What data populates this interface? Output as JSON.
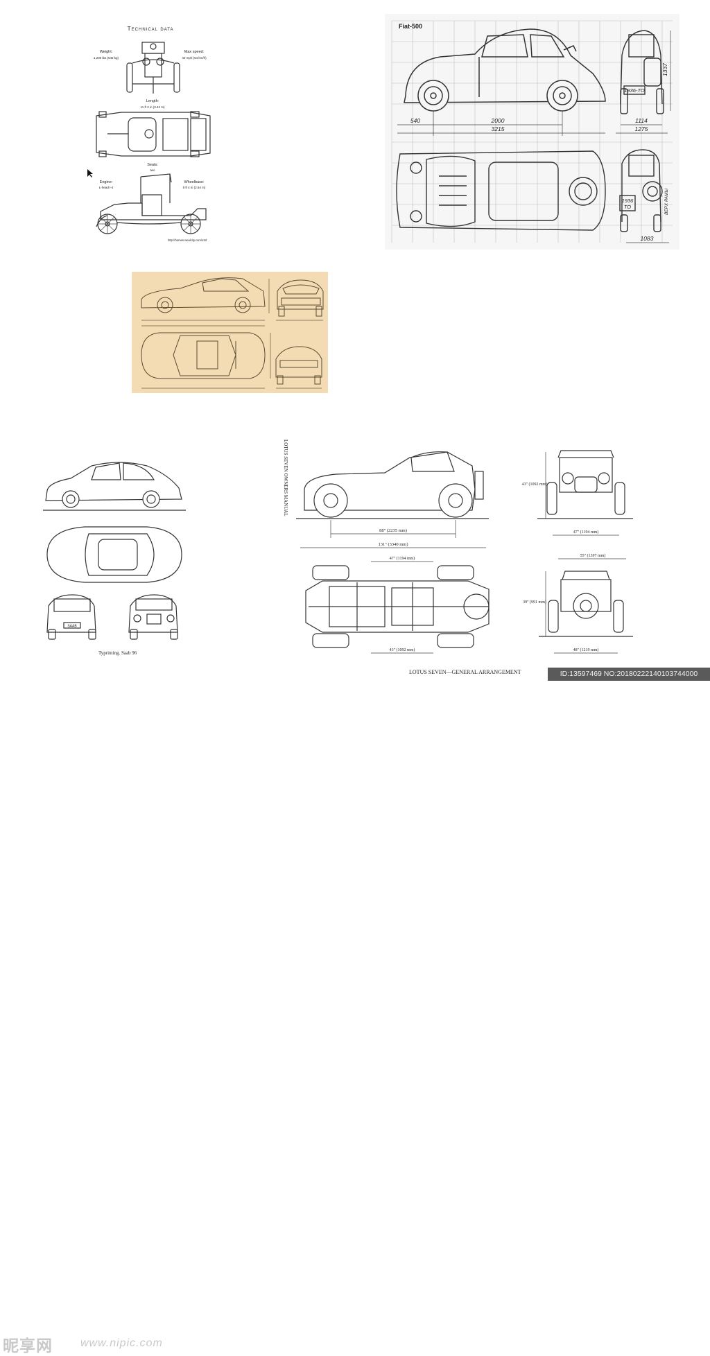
{
  "model_t": {
    "title": "Technical data",
    "weight_label": "Weight:",
    "weight_value": "1,200 lbs (545 kg)",
    "speed_label": "Max speed:",
    "speed_value": "40 mph (64 km/h)",
    "length_label": "Length:",
    "length_value": "11 ft 2 in (3.42 m)",
    "seats_label": "Seats:",
    "seats_value": "two",
    "engine_label": "Engine:",
    "engine_value": "L-head I-4",
    "wheelbase_label": "Wheelbase:",
    "wheelbase_value": "8 ft 4 in (2.54 m)",
    "source_url": "http://homes.wealcity.com/o3d"
  },
  "fiat": {
    "title": "Fiat-500",
    "dim_front_overhang": "540",
    "dim_wheelbase": "2000",
    "dim_length": "3215",
    "dim_height": "1337",
    "dim_track": "1114",
    "dim_width": "1275",
    "dim_rear_track": "1083",
    "plate_side": "1936-TO",
    "plate_rear_line1": "1936",
    "plate_rear_line2": "TO",
    "frame_label": "ВЕРХ РАМЫ"
  },
  "saab": {
    "caption": "Typritning. Saab 96",
    "plate": "SAAB"
  },
  "lotus": {
    "side_title": "LOTUS SEVEN OWNERS MANUAL",
    "caption": "LOTUS SEVEN—GENERAL ARRANGEMENT",
    "dim_wheelbase": "88\" (2235 mm)",
    "dim_length": "131\" (3340 mm)",
    "dim_height_front": "43\" (1092 mm)",
    "dim_track_front": "47\" (1194 mm)",
    "dim_width_rear": "55\" (1397 mm)",
    "dim_height_rear": "39\" (991 mm)",
    "dim_track_rear": "48\" (1219 mm)",
    "dim_plan_width": "47\" (1194 mm)",
    "dim_plan_rear": "43\" (1092 mm)"
  },
  "watermark": {
    "logo_text": "昵享网",
    "site": "www.nipic.com",
    "image_id": "ID:13597469 NO:20180222140103744000"
  }
}
